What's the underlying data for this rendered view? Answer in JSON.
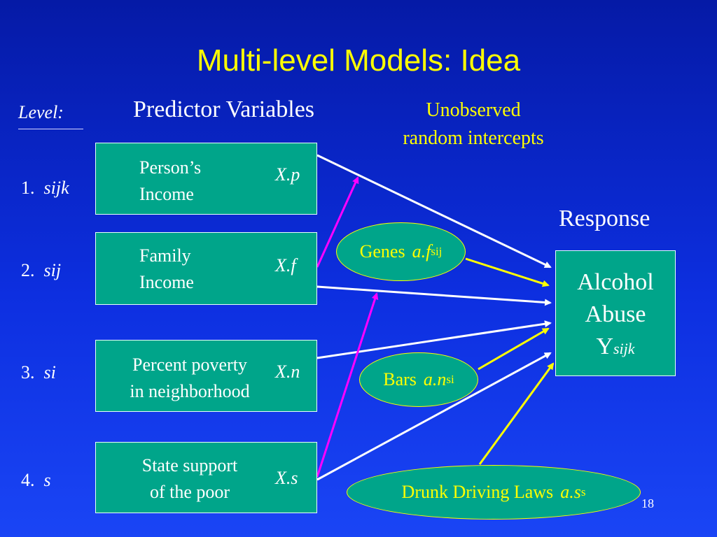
{
  "title": "Multi-level Models: Idea",
  "level_header": "Level:",
  "levels": [
    {
      "num": "1.",
      "sub": "sijk"
    },
    {
      "num": "2.",
      "sub": "sij"
    },
    {
      "num": "3.",
      "sub": "si"
    },
    {
      "num": "4.",
      "sub": "s"
    }
  ],
  "predictor_header": "Predictor Variables",
  "unobserved_header": [
    "Unobserved",
    "random intercepts"
  ],
  "response_header": "Response",
  "predictors": [
    {
      "lines": [
        "Person’s",
        "Income"
      ],
      "var": "X.p"
    },
    {
      "lines": [
        "Family",
        "Income"
      ],
      "var": "X.f"
    },
    {
      "lines": [
        "Percent poverty",
        "in neighborhood"
      ],
      "var": "X.n"
    },
    {
      "lines": [
        "State support",
        "of the poor"
      ],
      "var": "X.s"
    }
  ],
  "intercepts": [
    {
      "label": "Genes",
      "var": "a.f",
      "sub": "sij"
    },
    {
      "label": "Bars",
      "var": "a.n",
      "sub": "si"
    },
    {
      "label": "Drunk Driving Laws",
      "var": "a.s",
      "sub": "s"
    }
  ],
  "response": {
    "lines": [
      "Alcohol",
      "Abuse"
    ],
    "var": "Y",
    "sub": "sijk"
  },
  "page_number": "18",
  "colors": {
    "background_top": "#051aa6",
    "background_bottom": "#1a45f5",
    "title": "#ffff00",
    "box_fill": "#00a58a",
    "white_arrow": "#ffffff",
    "magenta_arrow": "#ff00ff",
    "yellow_arrow": "#ffff00"
  }
}
